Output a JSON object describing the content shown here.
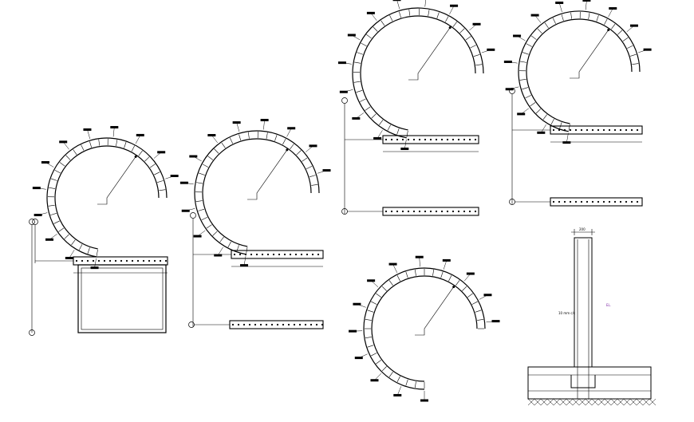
{
  "drawing": {
    "background": "#ffffff",
    "line_color": "#000000",
    "accent_color": "#7a1fa2"
  },
  "labels": {
    "width_dim_main": "200",
    "mid_note_magenta": "EL.",
    "side_note": "10 mm c/c"
  },
  "views": [
    {
      "id": "arch-section-1"
    },
    {
      "id": "arch-section-2"
    },
    {
      "id": "arch-section-3"
    },
    {
      "id": "arch-section-4"
    },
    {
      "id": "arch-section-5"
    },
    {
      "id": "wall-footing-section"
    }
  ]
}
